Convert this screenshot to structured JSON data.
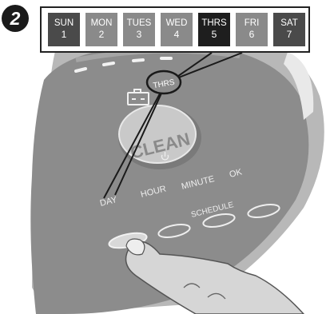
{
  "step_number": "2",
  "days": [
    {
      "name": "SUN",
      "number": "1",
      "color": "#4a4a4a",
      "active": false
    },
    {
      "name": "MON",
      "number": "2",
      "color": "#8a8a8a",
      "active": false
    },
    {
      "name": "TUES",
      "number": "3",
      "color": "#8a8a8a",
      "active": false
    },
    {
      "name": "WED",
      "number": "4",
      "color": "#8a8a8a",
      "active": false
    },
    {
      "name": "THRS",
      "number": "5",
      "color": "#1e1e1e",
      "active": true
    },
    {
      "name": "FRI",
      "number": "6",
      "color": "#8a8a8a",
      "active": false
    },
    {
      "name": "SAT",
      "number": "7",
      "color": "#4a4a4a",
      "active": false
    }
  ],
  "display": {
    "day_label": "THRS"
  },
  "clean_button": {
    "label": "CLEAN"
  },
  "button_labels": {
    "day": "DAY",
    "hour": "HOUR",
    "minute": "MINUTE",
    "ok": "OK",
    "schedule": "SCHEDULE"
  },
  "colors": {
    "device_body": "#8c8c8c",
    "device_ring": "#b8b8b8",
    "clean_button": "#c9c9c9",
    "label_text": "#eeeeee"
  },
  "icons": [
    "battery-icon",
    "power-icon",
    "finger-icon"
  ]
}
